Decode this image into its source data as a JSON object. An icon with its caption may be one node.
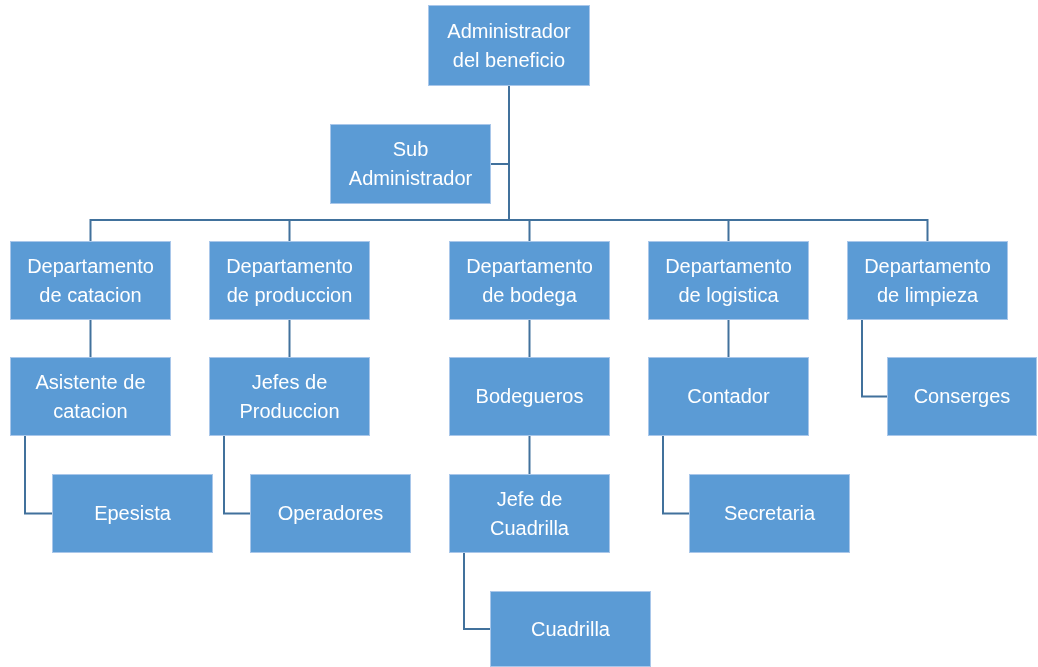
{
  "diagram": {
    "nodes": [
      {
        "text": [
          "Administrador del beneficio"
        ]
      },
      {
        "text": [
          "Sub Administrador"
        ]
      },
      {
        "text": [
          "Departamento de catacion"
        ]
      },
      {
        "text": [
          "Departamento de produccion"
        ]
      },
      {
        "text": [
          "Departamento de bodega"
        ]
      },
      {
        "text": [
          "Departamento de logistica"
        ]
      },
      {
        "text": [
          "Departamento de limpieza"
        ]
      },
      {
        "text": [
          "Asistente de catacion"
        ]
      },
      {
        "text": [
          "Epesista"
        ]
      },
      {
        "text": [
          "Jefes de Produccion"
        ]
      },
      {
        "text": [
          "Operadores"
        ]
      },
      {
        "text": [
          "Bodegueros"
        ]
      },
      {
        "text": [
          "Jefe de Cuadrilla"
        ]
      },
      {
        "text": [
          "Cuadrilla"
        ]
      },
      {
        "text": [
          "Contador"
        ]
      },
      {
        "text": [
          "Secretaria"
        ]
      },
      {
        "text": [
          "Conserges"
        ]
      }
    ],
    "edges": [
      {
        "from": 0,
        "to": 1,
        "arrow": "none"
      },
      {
        "from": 0,
        "to": 2,
        "arrow": "none"
      },
      {
        "from": 0,
        "to": 3,
        "arrow": "none"
      },
      {
        "from": 0,
        "to": 4,
        "arrow": "none"
      },
      {
        "from": 0,
        "to": 5,
        "arrow": "none"
      },
      {
        "from": 0,
        "to": 6,
        "arrow": "none"
      },
      {
        "from": 2,
        "to": 7,
        "arrow": "none"
      },
      {
        "from": 7,
        "to": 8,
        "arrow": "none"
      },
      {
        "from": 3,
        "to": 9,
        "arrow": "none"
      },
      {
        "from": 9,
        "to": 10,
        "arrow": "none"
      },
      {
        "from": 4,
        "to": 11,
        "arrow": "none"
      },
      {
        "from": 11,
        "to": 12,
        "arrow": "none"
      },
      {
        "from": 12,
        "to": 13,
        "arrow": "none"
      },
      {
        "from": 5,
        "to": 14,
        "arrow": "none"
      },
      {
        "from": 14,
        "to": 15,
        "arrow": "none"
      },
      {
        "from": 6,
        "to": 16,
        "arrow": "none"
      }
    ]
  }
}
